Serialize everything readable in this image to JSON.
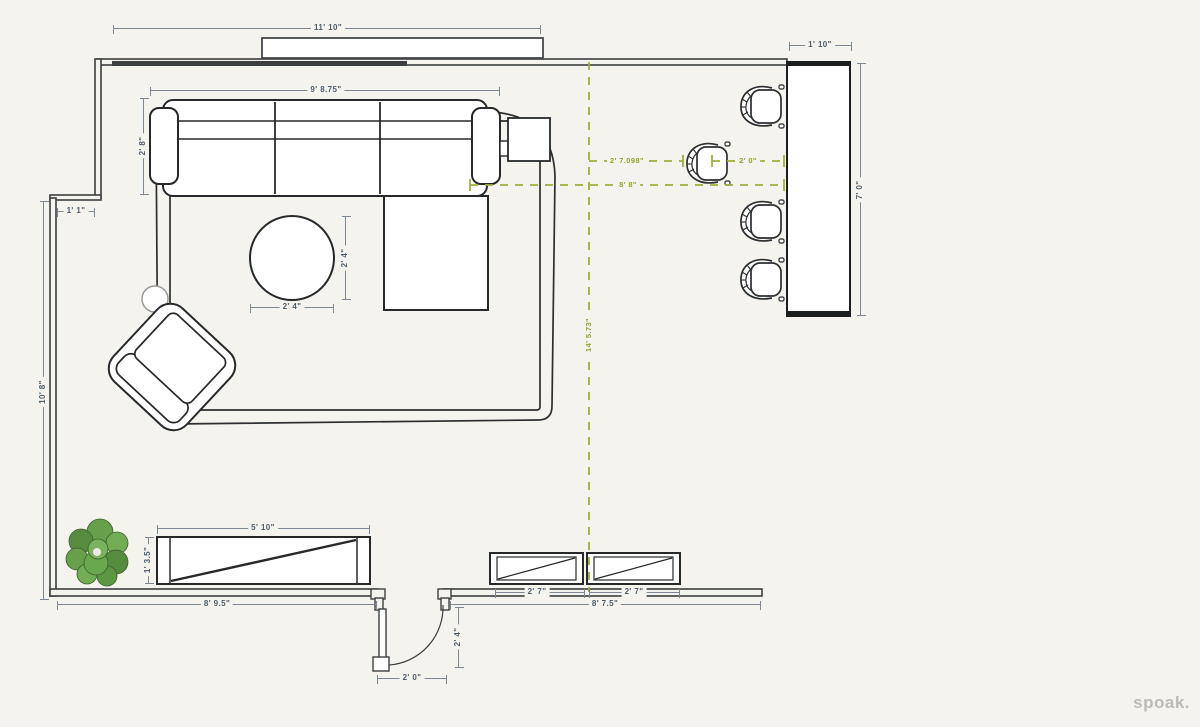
{
  "page": {
    "watermark": "spoak."
  },
  "colors": {
    "background": "#f5f3ee",
    "furniture_line": "#2c2e30",
    "wall_line": "#3c3e40",
    "dimension_line": "#7b8795",
    "dimension_text": "#4d5d6c",
    "accent_green": "#a2ae37",
    "plant_green": "#66a04b"
  },
  "dimensions": {
    "top_wall": "11' 10\"",
    "sofa_width": "9' 8.75\"",
    "sofa_depth": "2' 8\"",
    "wall_jog": "1' 1\"",
    "left_wall": "10' 8\"",
    "bar_width": "1' 10\"",
    "bar_length": "7' 0\"",
    "coffee_table_depth": "2' 4\"",
    "coffee_table_width": "2' 4\"",
    "console_width": "5' 10\"",
    "console_depth": "1' 3.5\"",
    "wall_bottom_left": "8' 9.5\"",
    "cabinet_left": "2' 7\"",
    "cabinet_right": "2' 7\"",
    "wall_bottom_right": "8' 7.5\"",
    "door_width": "2' 0\"",
    "door_clearance": "2' 4\"",
    "stool_to_line": "2' 7.098\"",
    "stool_to_bar": "2' 0\"",
    "sofa_to_bar": "8' 8\"",
    "room_length": "14' 5.73\""
  }
}
